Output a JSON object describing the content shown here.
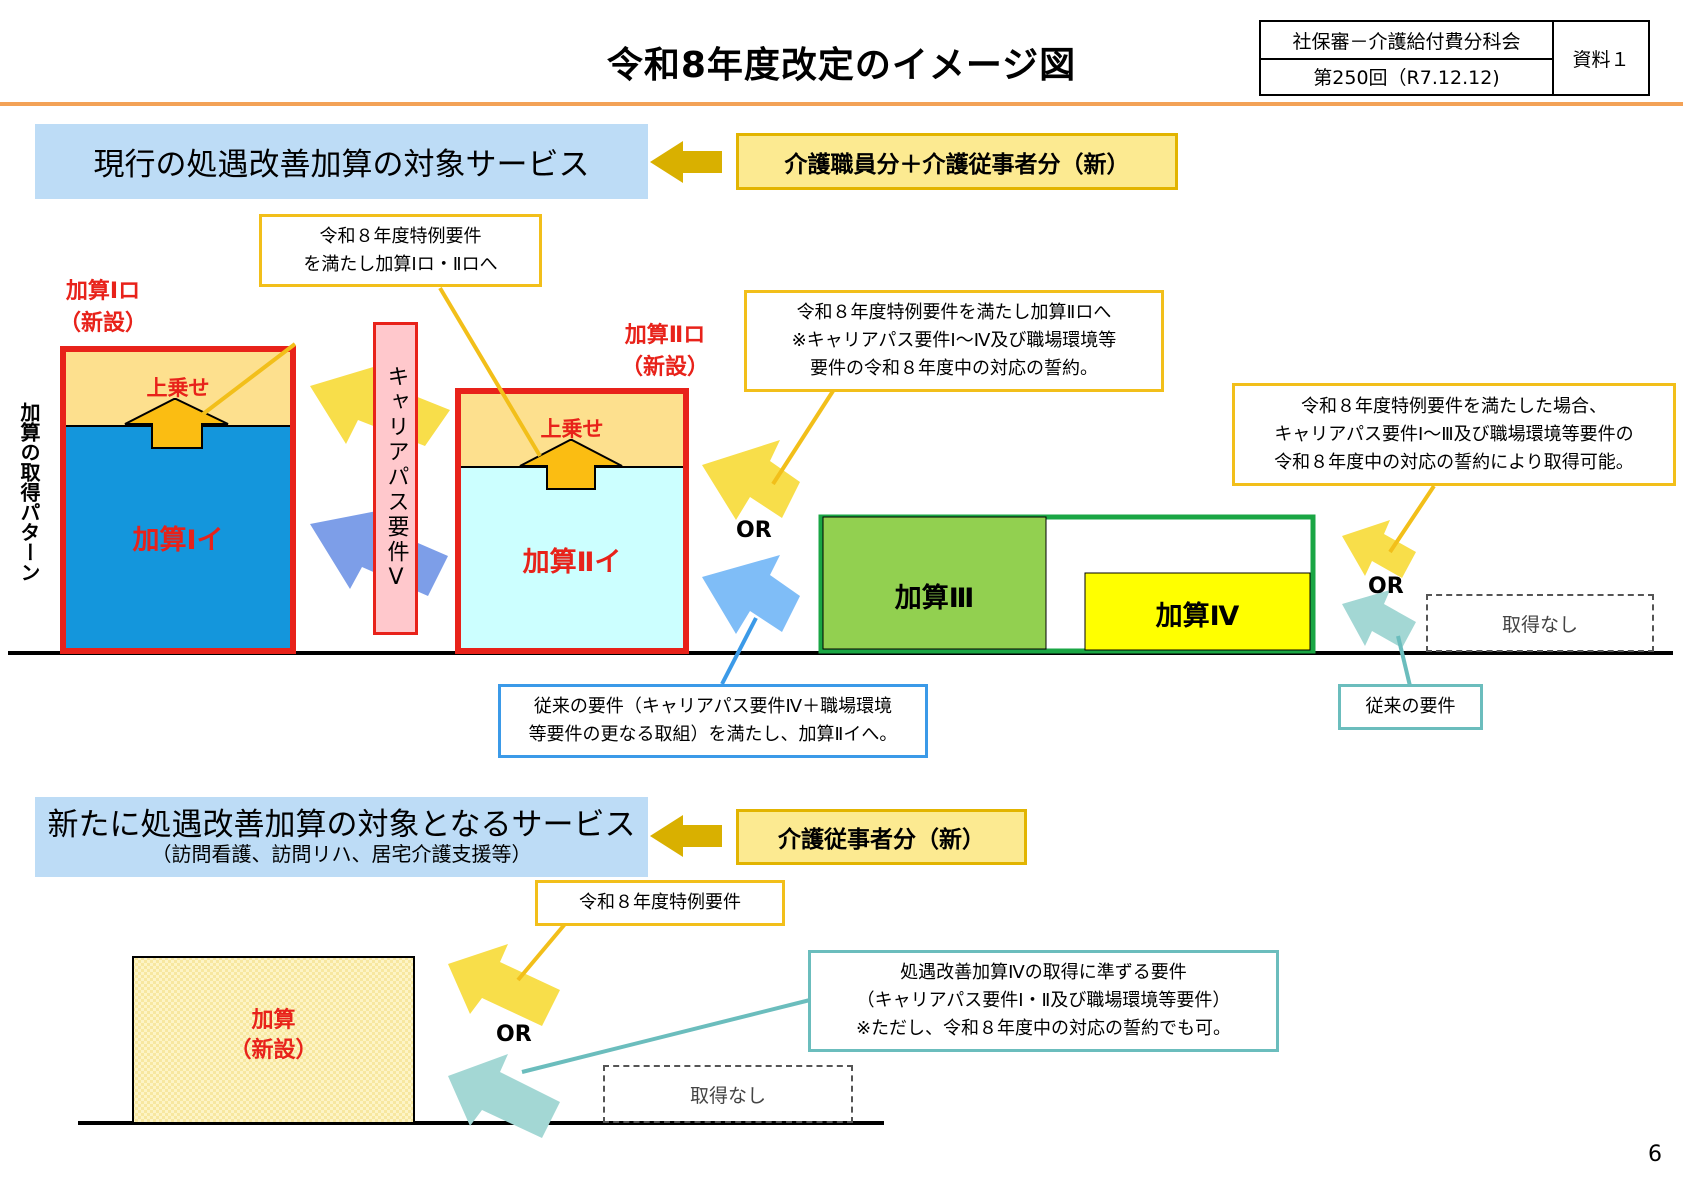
{
  "title": "令和8年度改定のイメージ図",
  "doc_table": {
    "committee": "社保審－介護給付費分科会",
    "meeting": "第250回（R7.12.12)",
    "material": "資料１"
  },
  "page_number": "6",
  "section1": {
    "heading": "現行の処遇改善加算の対象サービス",
    "tag": "介護職員分＋介護従事者分（新）",
    "y_axis_label": "加算の取得パターン",
    "kasan_1ro_label": [
      "加算Ⅰロ",
      "（新設）"
    ],
    "kasan_2ro_label": [
      "加算Ⅱロ",
      "（新設）"
    ],
    "kasan_1i": "加算Ⅰイ",
    "kasan_2i": "加算Ⅱイ",
    "kasan_3": "加算Ⅲ",
    "kasan_4": "加算Ⅳ",
    "uwanose": "上乗せ",
    "career_path": "キャリアパス要件Ⅴ",
    "or": "OR",
    "none": "取得なし",
    "callout_top": [
      "令和８年度特例要件",
      "を満たし加算Ⅰロ・Ⅱロへ"
    ],
    "callout_mid": [
      "令和８年度特例要件を満たし加算Ⅱロへ",
      "※キャリアパス要件Ⅰ～Ⅳ及び職場環境等",
      "要件の令和８年度中の対応の誓約。"
    ],
    "callout_right": [
      "令和８年度特例要件を満たした場合、",
      "キャリアパス要件Ⅰ～Ⅲ及び職場環境等要件の",
      "令和８年度中の対応の誓約により取得可能。"
    ],
    "callout_blue": [
      "従来の要件（キャリアパス要件Ⅳ＋職場環境",
      "等要件の更なる取組）を満たし、加算Ⅱイへ。"
    ],
    "callout_teal": "従来の要件"
  },
  "section2": {
    "heading": "新たに処遇改善加算の対象となるサービス",
    "subheading": "（訪問看護、訪問リハ、居宅介護支援等）",
    "tag": "介護従事者分（新）",
    "kasan_new": [
      "加算",
      "（新設）"
    ],
    "callout_yellow": "令和８年度特例要件",
    "callout_teal": [
      "処遇改善加算Ⅳの取得に準ずる要件",
      "（キャリアパス要件Ⅰ・Ⅱ及び職場環境等要件）",
      "※ただし、令和８年度中の対応の誓約でも可。"
    ],
    "or": "OR",
    "none": "取得なし"
  },
  "colors": {
    "accent_orange": "#f3a257",
    "blue_band": "#bddcf6",
    "tag_yellow": "#fcea91",
    "red": "#e8221a",
    "kasan_blue": "#1496dc",
    "kasan_cyan": "#ccffff",
    "kasan_green": "#92d050",
    "kasan_yellow": "#ffff00",
    "teal": "#6bbdbd"
  }
}
